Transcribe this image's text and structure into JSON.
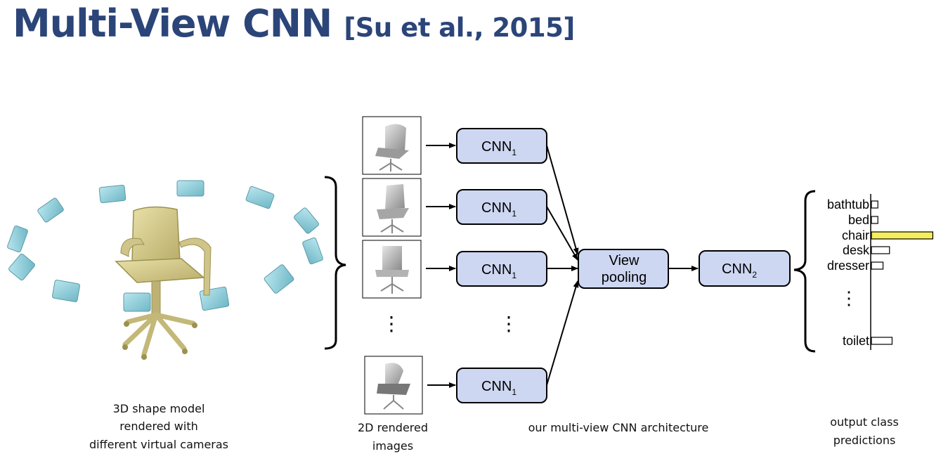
{
  "title": {
    "main": "Multi-View CNN",
    "citation": "[Su et al., 2015]"
  },
  "captions": {
    "shape_model": [
      "3D shape model",
      "rendered with",
      "different virtual cameras"
    ],
    "rendered_images": [
      "2D rendered",
      "images"
    ],
    "architecture": "our multi-view CNN architecture",
    "predictions": [
      "output class",
      "predictions"
    ]
  },
  "nodes": {
    "cnn1": {
      "label": "CNN",
      "subscript": "1"
    },
    "view_pooling": [
      "View",
      "pooling"
    ],
    "cnn2": {
      "label": "CNN",
      "subscript": "2"
    },
    "ellipsis": "⋮"
  },
  "predictions": {
    "classes": [
      {
        "name": "bathtub",
        "score": 0.1,
        "highlight": false
      },
      {
        "name": "bed",
        "score": 0.1,
        "highlight": false
      },
      {
        "name": "chair",
        "score": 0.95,
        "highlight": true
      },
      {
        "name": "desk",
        "score": 0.28,
        "highlight": false
      },
      {
        "name": "dresser",
        "score": 0.18,
        "highlight": false
      },
      {
        "name": "toilet",
        "score": 0.32,
        "highlight": false
      }
    ],
    "highlight_color": "#f5ef5c"
  },
  "colors": {
    "title": "#2b4579",
    "cnn_box_fill": "#cdd7f2",
    "camera": "#8fd0dc",
    "chair": "#d8cf93"
  }
}
